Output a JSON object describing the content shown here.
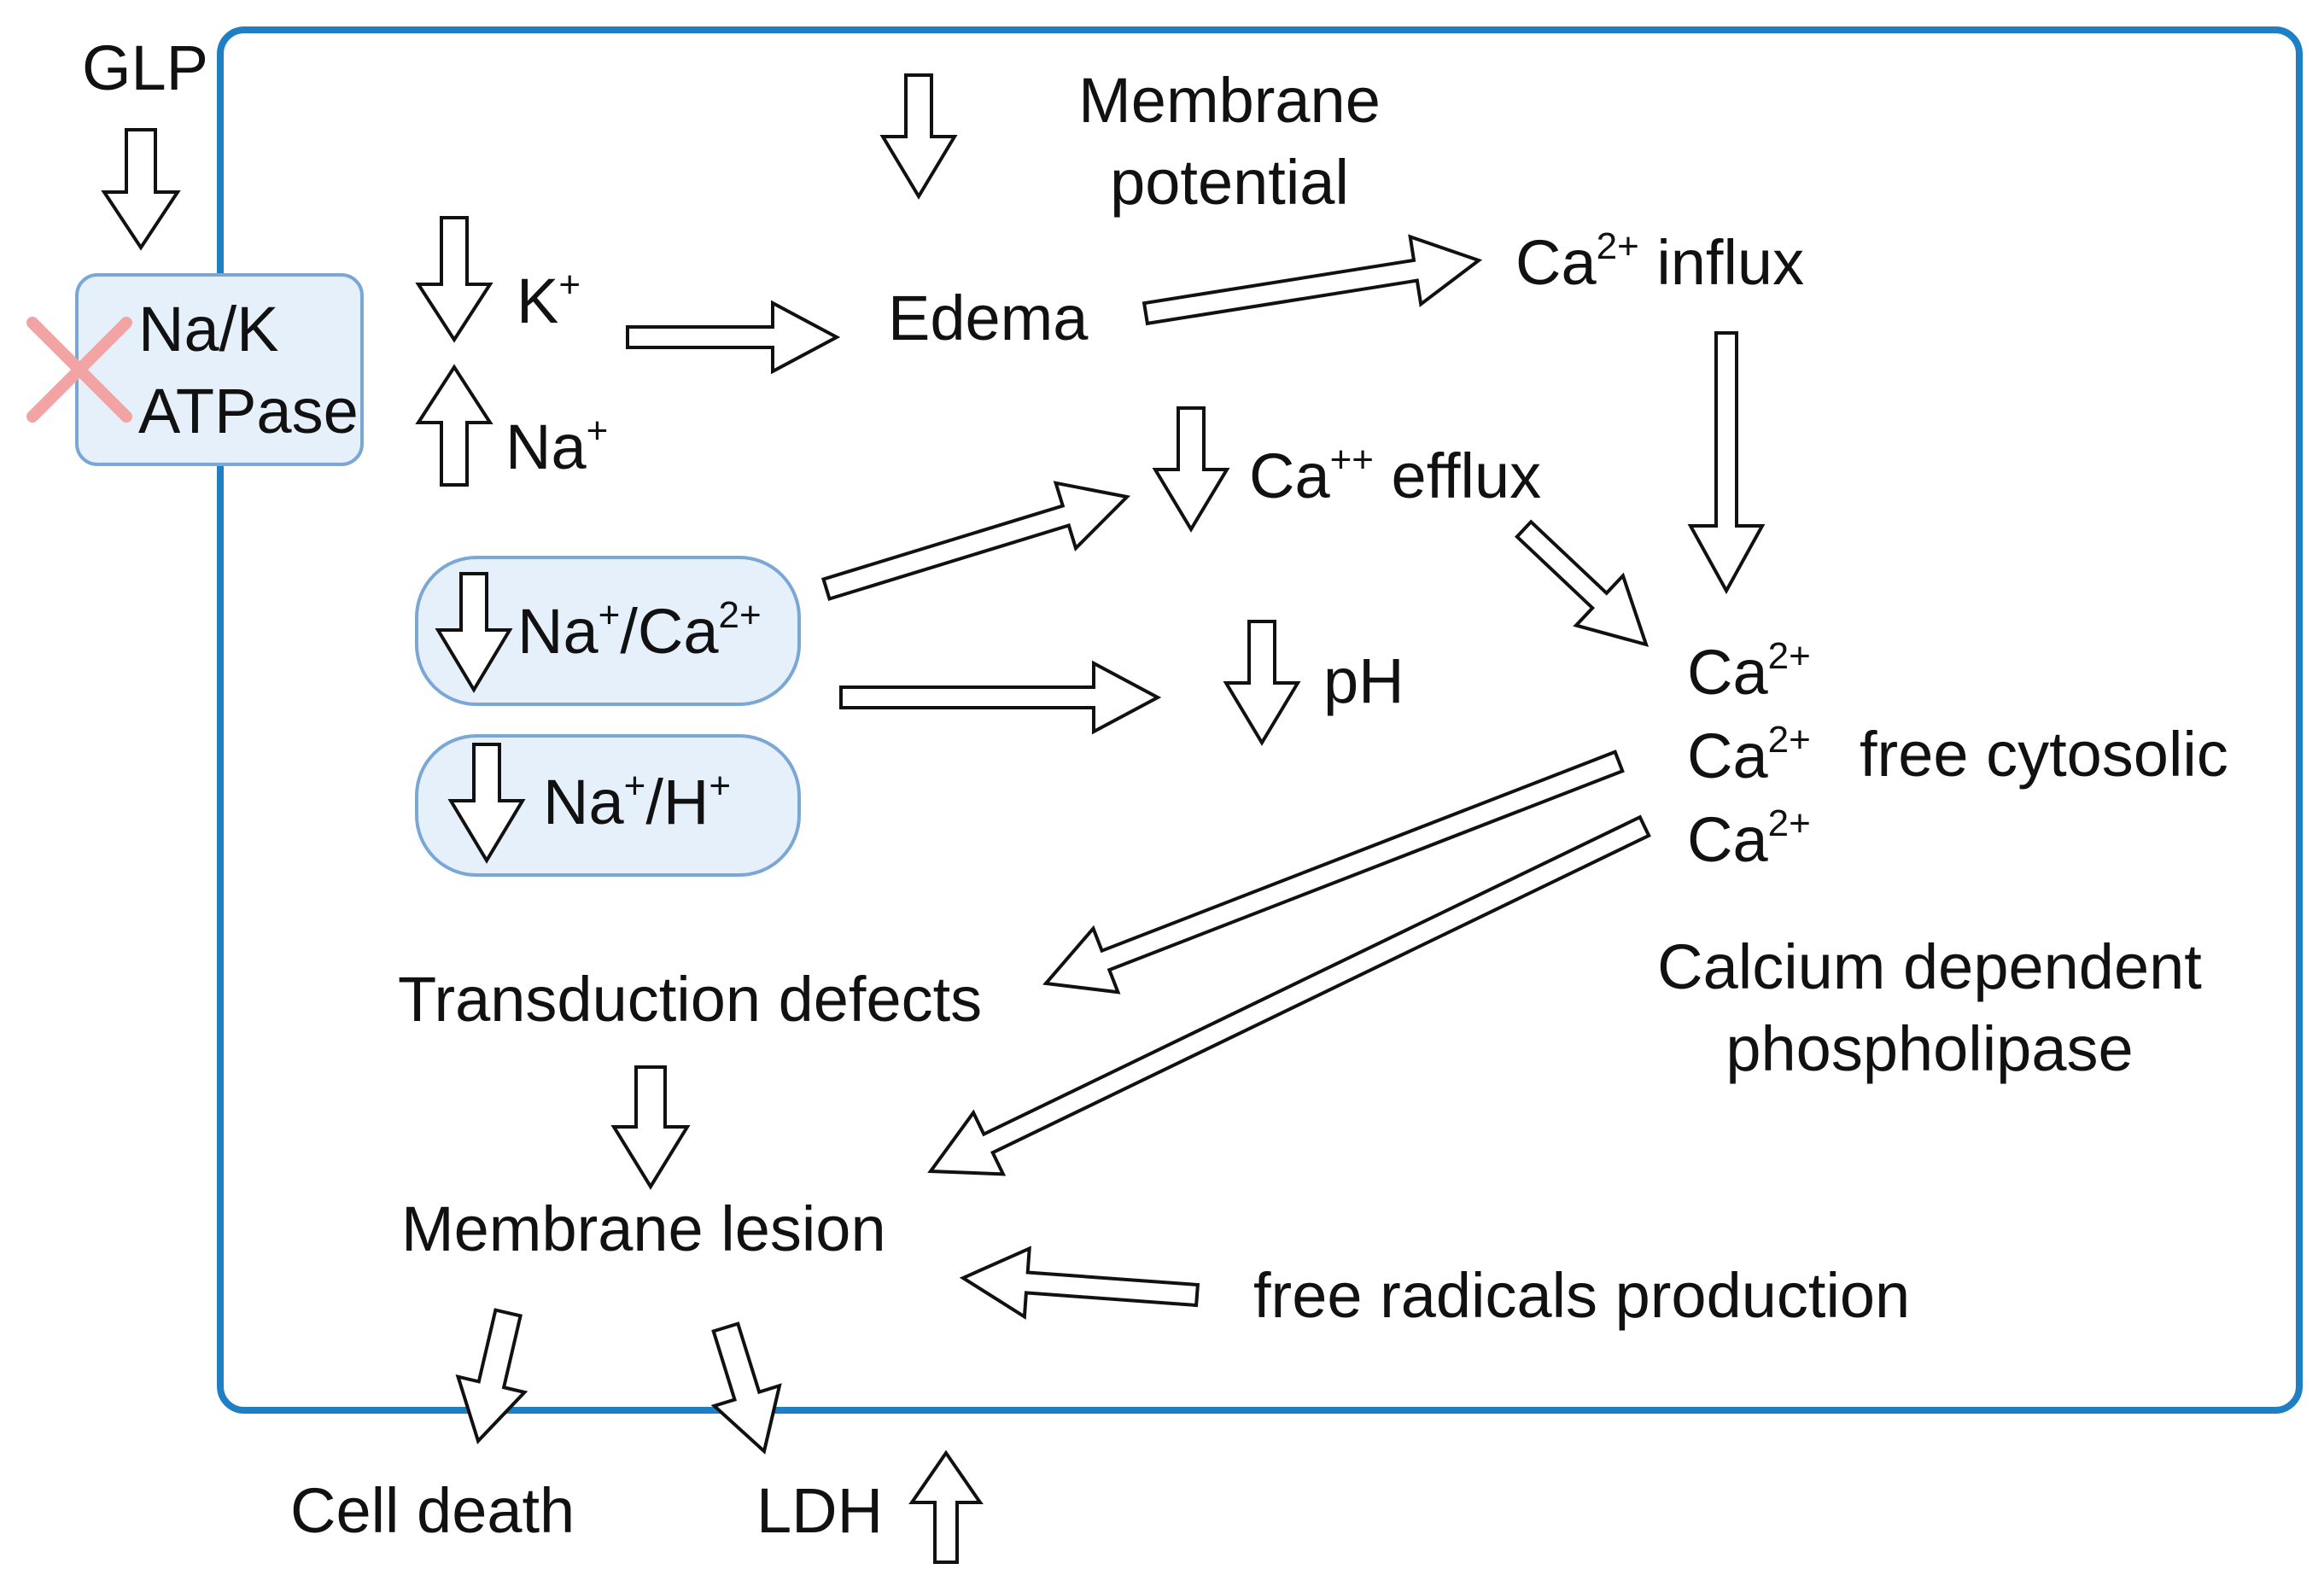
{
  "colors": {
    "cell_border": "#1f7fc4",
    "box_fill": "#e6f0fb",
    "box_border": "#7ba7d6",
    "cross": "#f2a3a3",
    "arrow_stroke": "#111111",
    "text": "#111111"
  },
  "icons": {
    "blocked_marker": "cross-icon",
    "decrease": "arrow-down-icon",
    "increase": "arrow-up-icon"
  },
  "labels": {
    "glp": "GLP",
    "pump": {
      "line1": "Na/K",
      "line2": "ATPase"
    },
    "k_ion": "K",
    "k_charge": "+",
    "na_ion": "Na",
    "na_charge": "+",
    "membrane_potential": {
      "line1": "Membrane",
      "line2": "potential"
    },
    "edema": "Edema",
    "ca_influx": {
      "ion": "Ca",
      "charge": "2+",
      "word": " influx"
    },
    "ca_efflux": {
      "ion": "Ca",
      "charge": "++",
      "word": " efflux"
    },
    "na_ca_exchanger": {
      "ion1": "Na",
      "charge1": "+",
      "sep": "/Ca",
      "charge2": "2+"
    },
    "na_h_exchanger": {
      "ion1": "Na",
      "charge1": "+",
      "sep": "/H",
      "charge2": "+"
    },
    "ph": "pH",
    "ca_free": [
      {
        "ion": "Ca",
        "charge": "2+"
      },
      {
        "ion": "Ca",
        "charge": "2+"
      },
      {
        "ion": "Ca",
        "charge": "2+"
      }
    ],
    "free_cytosolic": "free cytosolic",
    "phospholipase": {
      "line1": "Calcium dependent",
      "line2": "phospholipase"
    },
    "transduction_defects": "Transduction defects",
    "membrane_lesion": "Membrane lesion",
    "free_radicals": "free radicals production",
    "cell_death": "Cell death",
    "ldh": "LDH"
  }
}
